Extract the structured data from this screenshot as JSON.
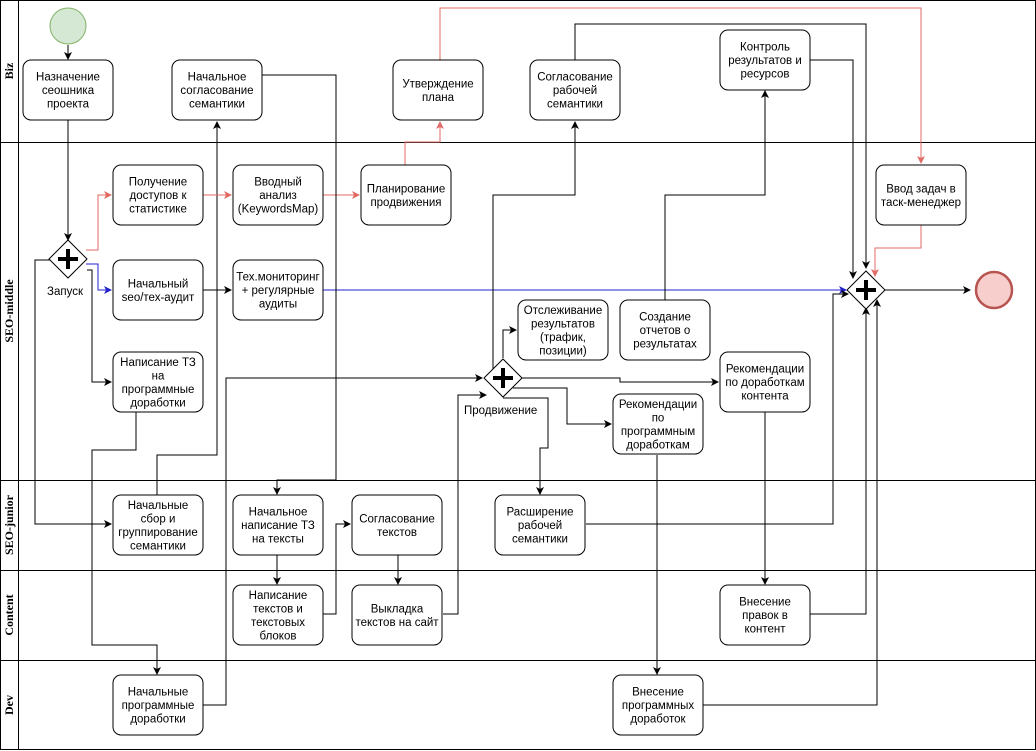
{
  "lanes": [
    {
      "id": "biz",
      "title": "Biz"
    },
    {
      "id": "seo_middle",
      "title": "SEO-middle"
    },
    {
      "id": "seo_junior",
      "title": "SEO-junior"
    },
    {
      "id": "content",
      "title": "Content"
    },
    {
      "id": "dev",
      "title": "Dev"
    }
  ],
  "tasks": {
    "assign": [
      "Назначение",
      "сеошника",
      "проекта"
    ],
    "init_agree": [
      "Начальное",
      "согласование",
      "семантики"
    ],
    "approve_plan": [
      "Утверждение",
      "плана"
    ],
    "agree_work_sem": [
      "Согласование",
      "рабочей",
      "семантики"
    ],
    "control": [
      "Контроль",
      "результатов и",
      "ресурсов"
    ],
    "get_access": [
      "Получение",
      "доступов к",
      "статистике"
    ],
    "intro_analysis": [
      "Вводный",
      "анализ",
      "(KeywordsMap)"
    ],
    "planning": [
      "Планирование",
      "продвижения"
    ],
    "task_input": [
      "Ввод задач в",
      "таск-менеджер"
    ],
    "audit": [
      "Начальный",
      "seo/тех-аудит"
    ],
    "monitoring": [
      "Тех.мониторинг",
      "+ регулярные",
      "аудиты"
    ],
    "tracking": [
      "Отслеживание",
      "результатов",
      "(трафик,",
      "позиции)"
    ],
    "reports": [
      "Создание",
      "отчетов о",
      "результатах"
    ],
    "spec_dev": [
      "Написание ТЗ",
      "на",
      "программные",
      "доработки"
    ],
    "rec_content": [
      "Рекомендации",
      "по доработкам",
      "контента"
    ],
    "rec_dev": [
      "Рекомендации",
      "по",
      "программным",
      "доработкам"
    ],
    "sem_collect": [
      "Начальные",
      "сбор и",
      "группирование",
      "семантики"
    ],
    "text_spec": [
      "Начальное",
      "написание ТЗ",
      "на тексты"
    ],
    "text_agree": [
      "Согласование",
      "текстов"
    ],
    "sem_expand": [
      "Расширение",
      "рабочей",
      "семантики"
    ],
    "write_texts": [
      "Написание",
      "текстов и",
      "текстовых",
      "блоков"
    ],
    "upload_texts": [
      "Выкладка",
      "текстов на сайт"
    ],
    "content_edits": [
      "Внесение",
      "правок в",
      "контент"
    ],
    "init_dev": [
      "Начальные",
      "программные",
      "доработки"
    ],
    "apply_dev": [
      "Внесение",
      "программных",
      "доработок"
    ]
  },
  "gateways": {
    "launch": "Запуск",
    "promotion": "Продвижение",
    "join": ""
  },
  "colors": {
    "start_fill": "#d5e8d4",
    "start_stroke": "#82b366",
    "end_fill": "#f8cecc",
    "end_stroke": "#b85450",
    "red_flow": "#e06b66",
    "blue_flow": "#2222cc"
  }
}
